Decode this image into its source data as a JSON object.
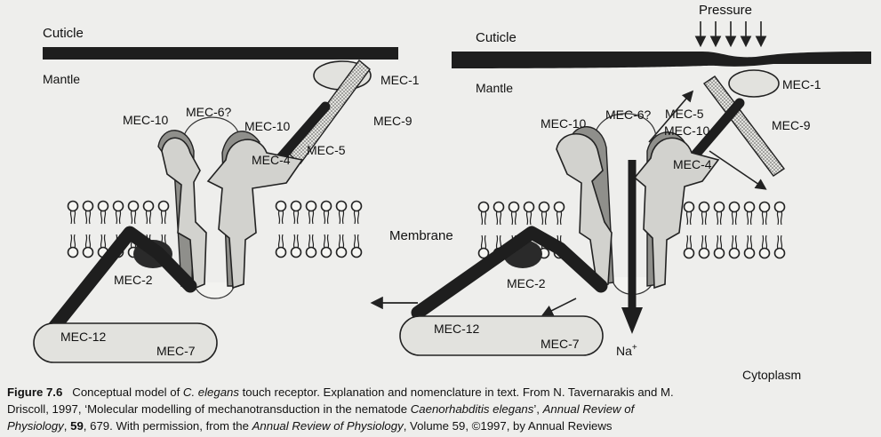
{
  "labels": {
    "cuticle": "Cuticle",
    "mantle": "Mantle",
    "mec1": "MEC-1",
    "mec9": "MEC-9",
    "mec5": "MEC-5",
    "mec10": "MEC-10",
    "mec6q": "MEC-6?",
    "mec4": "MEC-4",
    "mec2": "MEC-2",
    "mec12": "MEC-12",
    "mec7": "MEC-7",
    "membrane": "Membrane",
    "pressure": "Pressure",
    "na": "Na",
    "na_sup": "+",
    "cytoplasm": "Cytoplasm"
  },
  "caption": {
    "fig_label": "Figure 7.6",
    "l1_text": "Conceptual model of ",
    "l1_species": "C. elegans",
    "l1_rest": " touch receptor. Explanation and nomenclature in text. From N. Tavernarakis and M.",
    "l2_a": "Driscoll, 1997, ‘Molecular modelling of mechanotransduction in the nematode ",
    "l2_species": "Caenorhabditis elegans",
    "l2_b": "’, ",
    "l2_journal": "Annual Review of",
    "l3_journal": "Physiology",
    "l3_a": ", ",
    "l3_vol": "59",
    "l3_b": ", 679. With permission, from the ",
    "l3_journal2": "Annual Review of Physiology",
    "l3_c": ", Volume 59, ©1997, by Annual Reviews"
  }
}
